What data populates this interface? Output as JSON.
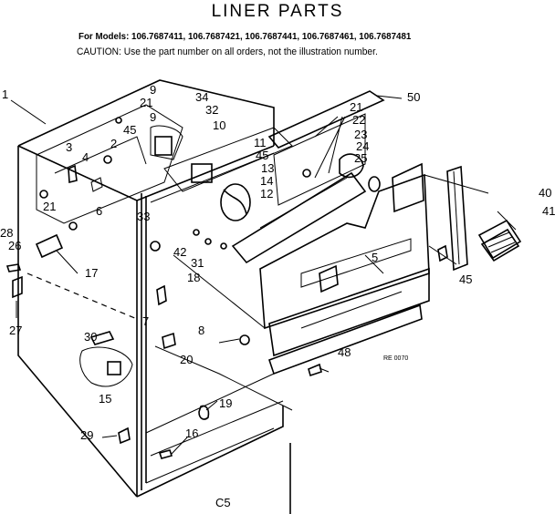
{
  "header": {
    "title": "LINER PARTS",
    "models": "For Models: 106.7687411, 106.7687421, 106.7687441, 106.7687461, 106.7687481",
    "caution": "CAUTION: Use the part number on all orders, not the illustration number."
  },
  "diagram": {
    "ref_code": "RE 0070",
    "page_code": "C5",
    "callouts": [
      "1",
      "2",
      "3",
      "4",
      "5",
      "6",
      "7",
      "8",
      "9",
      "10",
      "11",
      "12",
      "13",
      "14",
      "15",
      "16",
      "17",
      "18",
      "19",
      "20",
      "21",
      "21",
      "21",
      "22",
      "23",
      "24",
      "25",
      "26",
      "27",
      "28",
      "29",
      "30",
      "31",
      "32",
      "33",
      "34",
      "40",
      "41",
      "42",
      "45",
      "45",
      "45",
      "48",
      "50"
    ]
  }
}
